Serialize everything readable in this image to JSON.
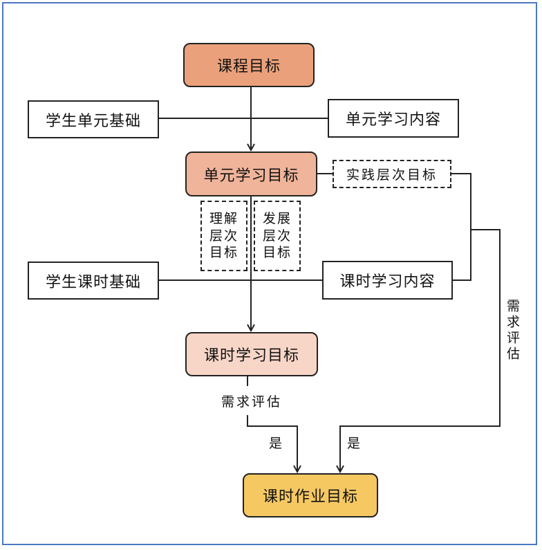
{
  "nodes": {
    "course_goal": "课程目标",
    "student_unit_basis": "学生单元基础",
    "unit_learning_content": "单元学习内容",
    "unit_learning_goal": "单元学习目标",
    "practice_level_goal": "实践层次目标",
    "understanding_level_goal": "理解层次目标",
    "development_level_goal": "发展层次目标",
    "student_lesson_basis": "学生课时基础",
    "lesson_learning_content": "课时学习内容",
    "lesson_learning_goal": "课时学习目标",
    "lesson_homework_goal": "课时作业目标"
  },
  "labels": {
    "needs_assessment_left": "需求评估",
    "needs_assessment_right": "需求评估",
    "yes_left": "是",
    "yes_right": "是"
  },
  "colors": {
    "course_goal": "#eaa07a",
    "unit_learning_goal": "#f0b49a",
    "lesson_learning_goal": "#f7d6c8",
    "lesson_homework_goal": "#f5c862",
    "frame": "#4a78c2"
  }
}
